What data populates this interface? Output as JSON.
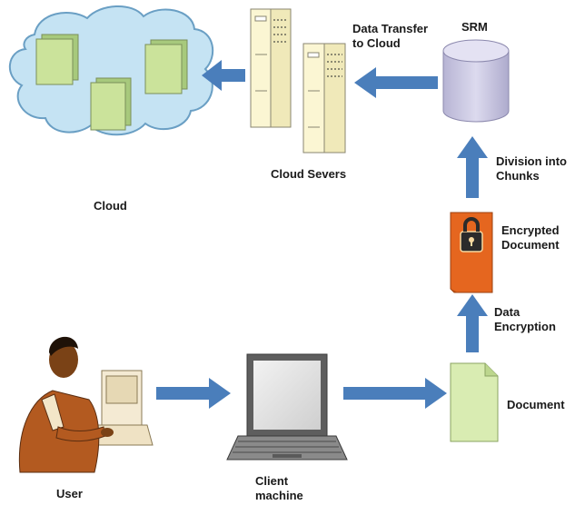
{
  "labels": {
    "cloud": "Cloud",
    "cloud_servers": "Cloud Severs",
    "data_transfer": "Data Transfer\nto Cloud",
    "srm": "SRM",
    "division": "Division into\nChunks",
    "encrypted_document": "Encrypted\nDocument",
    "data_encryption": "Data\nEncryption",
    "document": "Document",
    "user": "User",
    "client_machine": "Client\nmachine"
  },
  "colors": {
    "arrow": "#4a7ebb",
    "cloud_fill": "#c5e3f3",
    "cloud_stroke": "#6a9fc4",
    "doc_fill": "#d9ecb2",
    "server_fill": "#fbf6d3",
    "srm_fill": "#c9c7e0",
    "encrypted_fill": "#e5661f",
    "laptop": "#6b6b6b"
  },
  "icons": {
    "cloud": "cloud-icon",
    "servers": "server-icon",
    "srm": "database-cylinder-icon",
    "encrypted": "lock-document-icon",
    "document": "document-icon",
    "user": "user-at-computer-icon",
    "client": "laptop-icon"
  }
}
